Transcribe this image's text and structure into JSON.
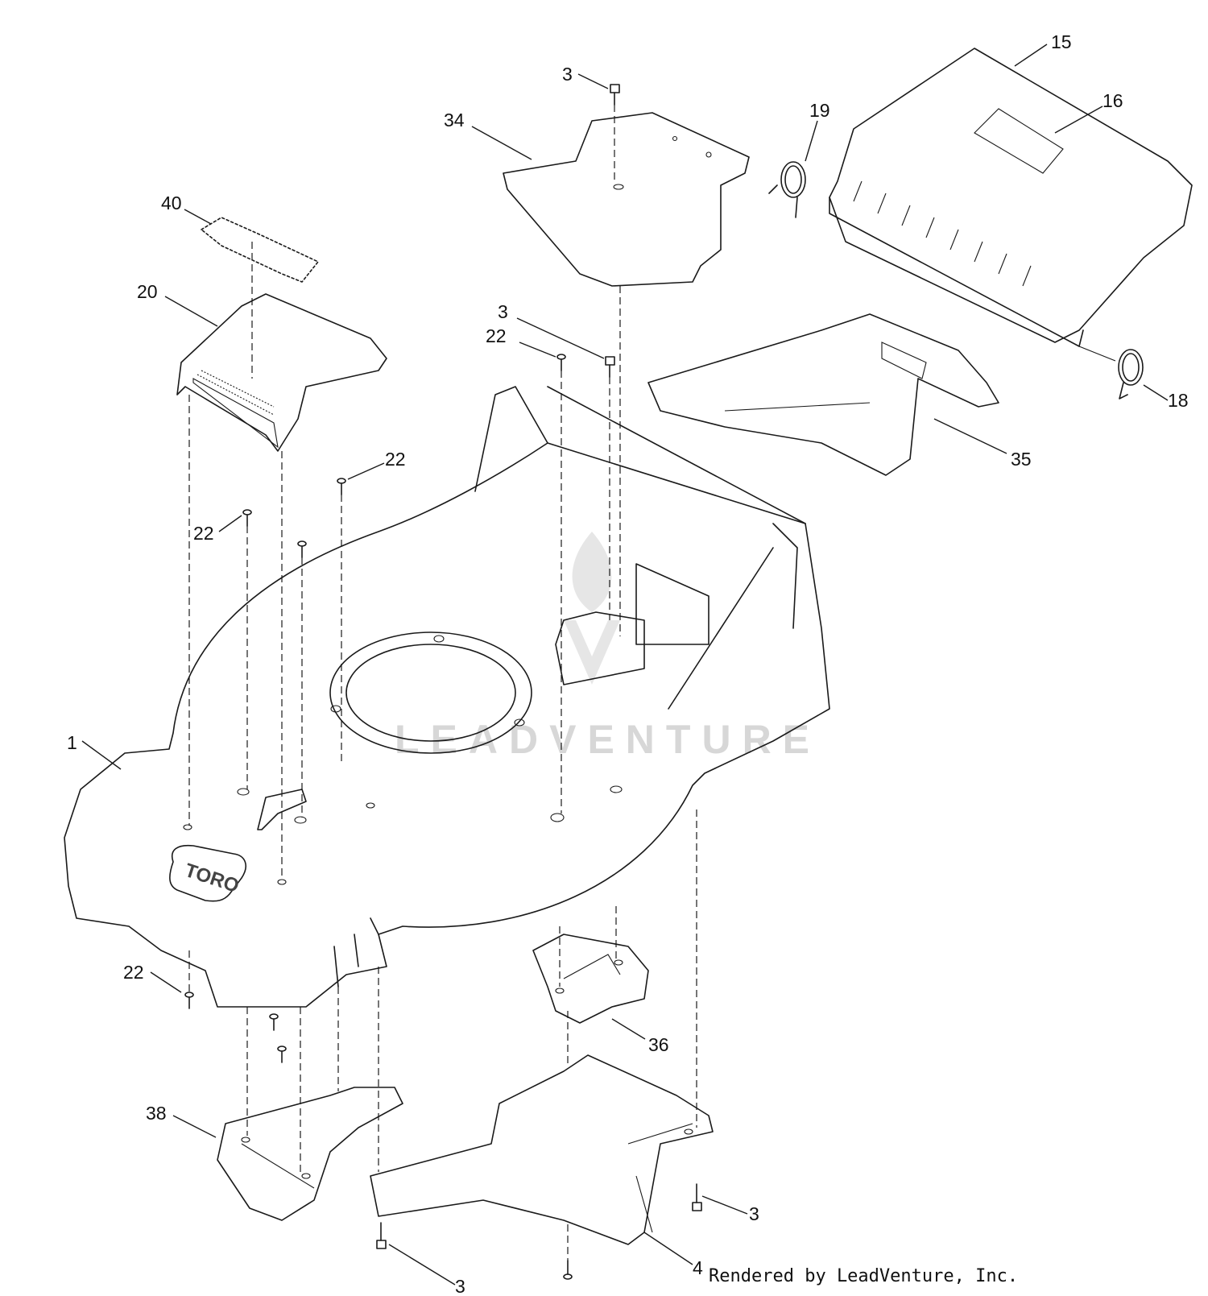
{
  "watermark": "LEADVENTURE",
  "footer": "Rendered by LeadVenture, Inc.",
  "brand_logo": "TORO",
  "callouts": [
    {
      "id": "1",
      "label": "1"
    },
    {
      "id": "3a",
      "label": "3"
    },
    {
      "id": "3b",
      "label": "3"
    },
    {
      "id": "3c",
      "label": "3"
    },
    {
      "id": "3d",
      "label": "3"
    },
    {
      "id": "4",
      "label": "4"
    },
    {
      "id": "15",
      "label": "15"
    },
    {
      "id": "16",
      "label": "16"
    },
    {
      "id": "18",
      "label": "18"
    },
    {
      "id": "19",
      "label": "19"
    },
    {
      "id": "20",
      "label": "20"
    },
    {
      "id": "22a",
      "label": "22"
    },
    {
      "id": "22b",
      "label": "22"
    },
    {
      "id": "22c",
      "label": "22"
    },
    {
      "id": "22d",
      "label": "22"
    },
    {
      "id": "34",
      "label": "34"
    },
    {
      "id": "35",
      "label": "35"
    },
    {
      "id": "36",
      "label": "36"
    },
    {
      "id": "38",
      "label": "38"
    },
    {
      "id": "40",
      "label": "40"
    }
  ]
}
